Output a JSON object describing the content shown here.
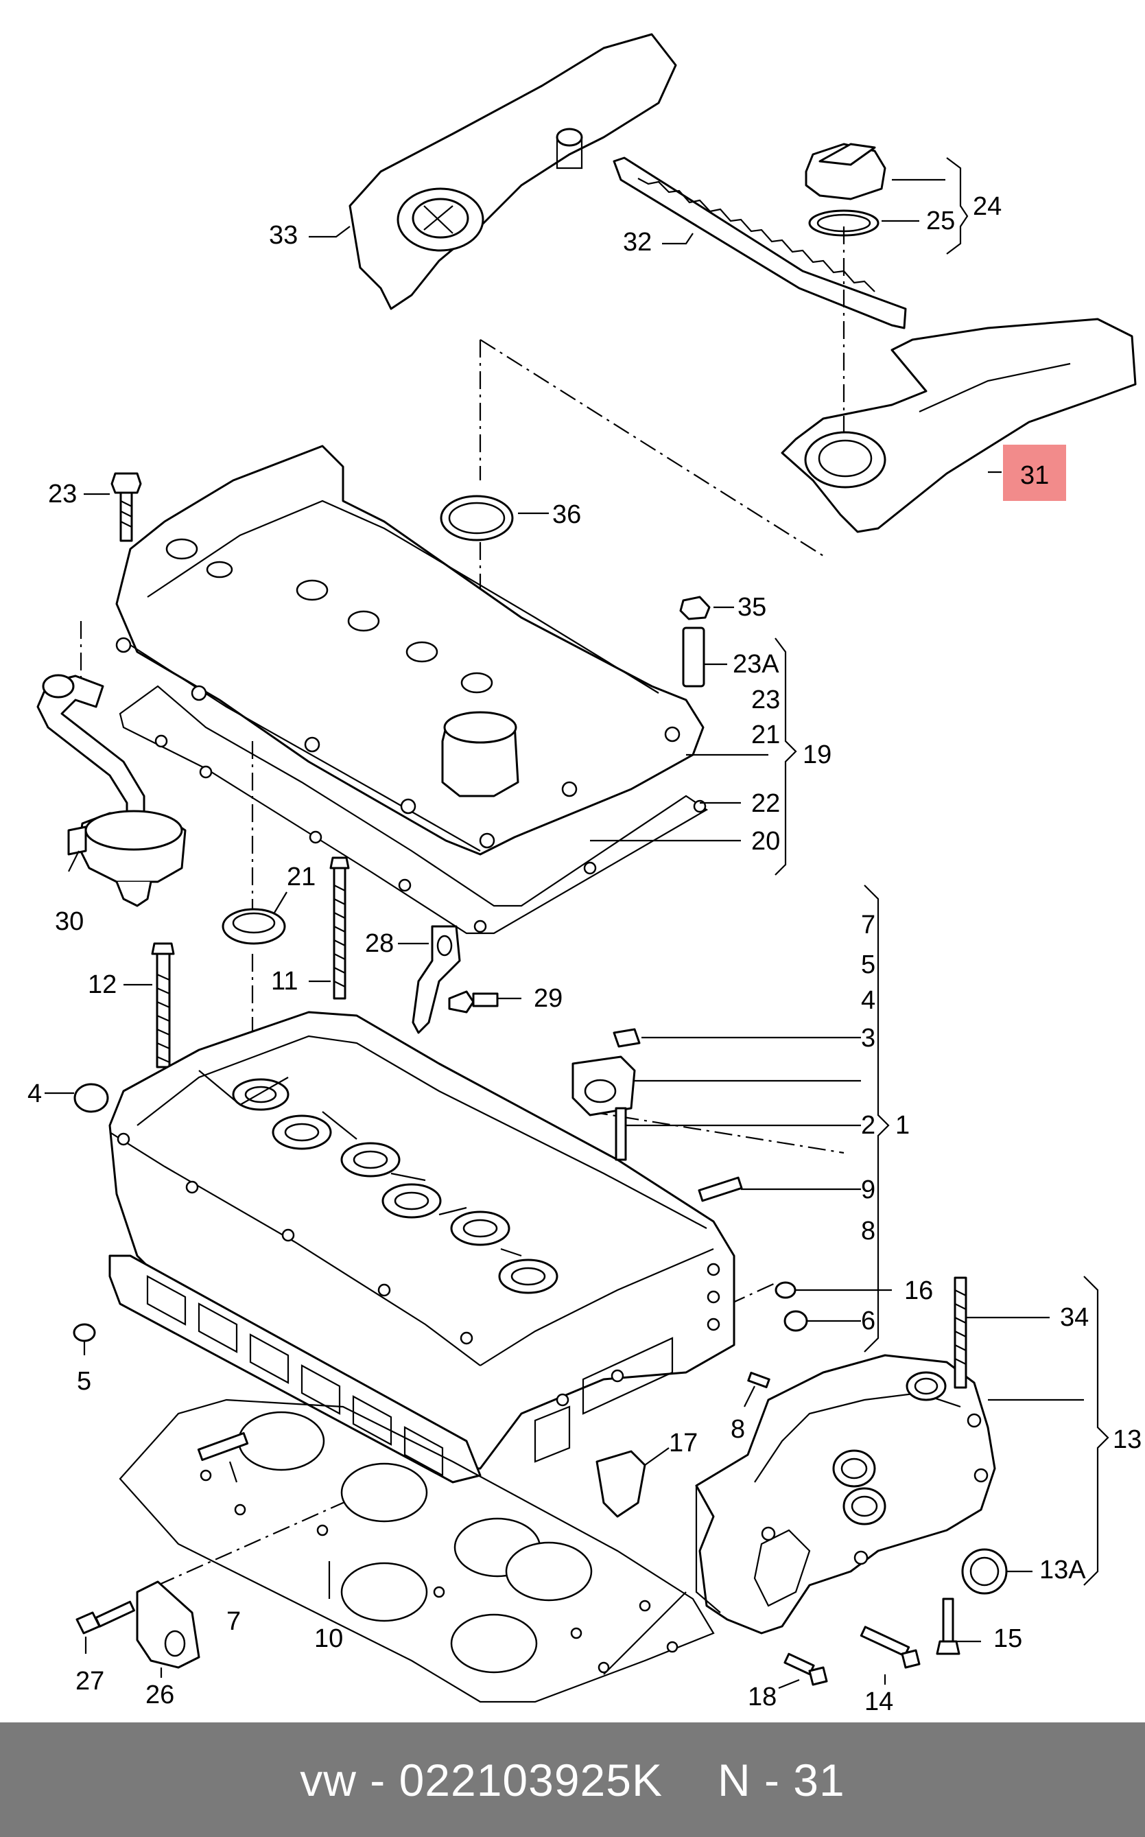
{
  "callouts": {
    "c1": "1",
    "c2": "2",
    "c3": "3",
    "c4a": "4",
    "c4b": "4",
    "c5a": "5",
    "c5b": "5",
    "c6": "6",
    "c7a": "7",
    "c7b": "7",
    "c8a": "8",
    "c8b": "8",
    "c9": "9",
    "c10": "10",
    "c11": "11",
    "c12": "12",
    "c13": "13",
    "c13a": "13A",
    "c14": "14",
    "c15": "15",
    "c16": "16",
    "c17": "17",
    "c18": "18",
    "c19": "19",
    "c20": "20",
    "c21a": "21",
    "c21b": "21",
    "c22": "22",
    "c23a": "23",
    "c23b": "23",
    "c23A": "23A",
    "c24": "24",
    "c25": "25",
    "c26": "26",
    "c27": "27",
    "c28": "28",
    "c29": "29",
    "c30": "30",
    "c31": "31",
    "c32": "32",
    "c33": "33",
    "c34": "34",
    "c35": "35",
    "c36": "36"
  },
  "highlight_color": "#f28b8b",
  "footer": {
    "part_number": "vw - 022103925K",
    "reference": "N - 31",
    "background": "#7a7a7a"
  }
}
